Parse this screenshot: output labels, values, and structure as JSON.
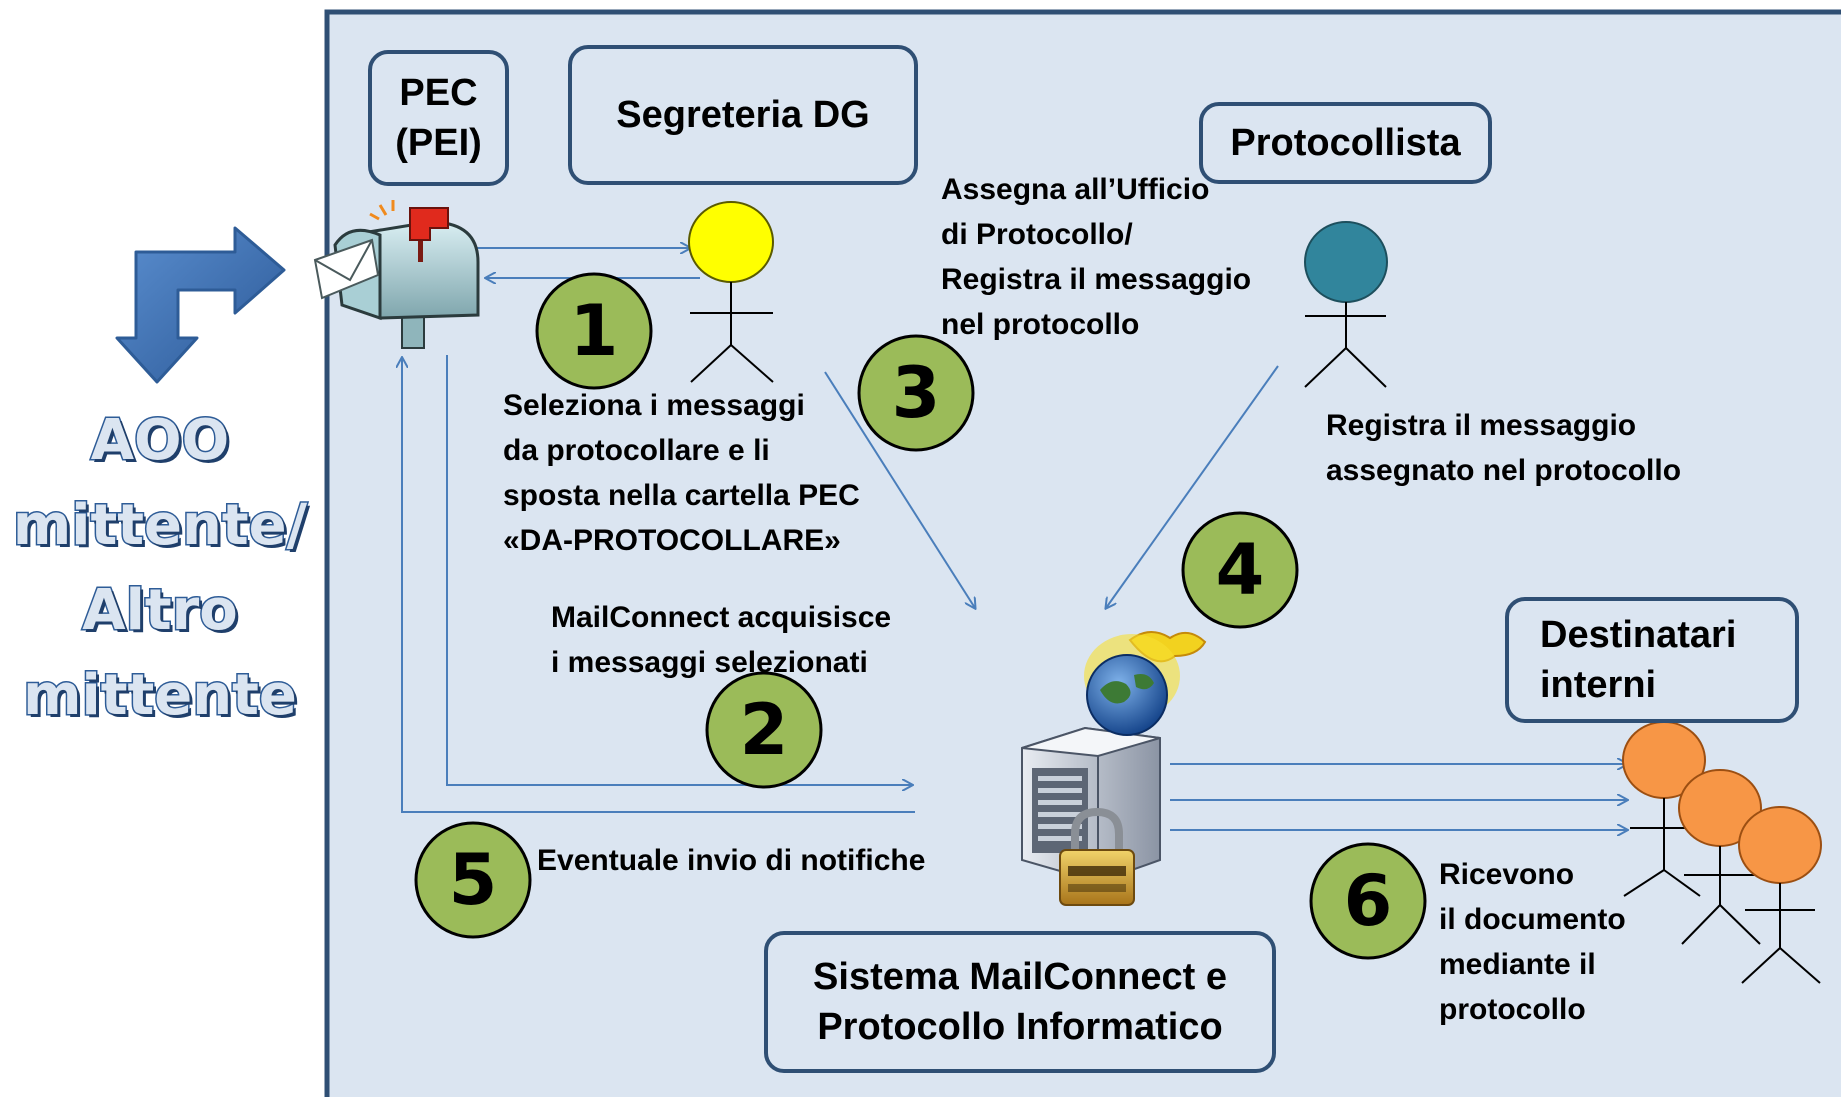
{
  "actors": {
    "pec_box": "PEC\n(PEI)",
    "segreteria": "Segreteria DG",
    "protocollista": "Protocollista",
    "destinatari": "Destinatari\ninterni",
    "sistema": "Sistema MailConnect e\nProtocollo Informatico",
    "aoo_mittente": "AOO\nmittente/\nAltro\nmittente"
  },
  "steps": {
    "s1": {
      "number": "1",
      "text": "Seleziona i messaggi\nda protocollare  e li\nsposta nella cartella PEC\n«DA-PROTOCOLLARE»"
    },
    "s2": {
      "number": "2",
      "text": "MailConnect  acquisisce\ni messaggi  selezionati"
    },
    "s3": {
      "number": "3",
      "text": "Assegna all’Ufficio\ndi Protocollo/\nRegistra  il messaggio\nnel protocollo"
    },
    "s4": {
      "number": "4",
      "text": "Registra il messaggio\nassegnato  nel protocollo"
    },
    "s5": {
      "number": "5",
      "text": "Eventuale invio di notifiche"
    },
    "s6": {
      "number": "6",
      "text": "Ricevono\nil documento\nmediante il\nprotocollo"
    }
  },
  "icons": [
    "mailbox-icon",
    "server-icon",
    "globe-icon",
    "padlock-icon",
    "stick-figure-icon",
    "bent-arrow-icon"
  ],
  "colors": {
    "panel_bg": "#dbe5f1",
    "panel_border": "#2f4f74",
    "connector": "#4a7ebb",
    "step_badge": "#9bbb59",
    "segreteria_figure": "#ffff00",
    "protocollista_figure": "#31859c",
    "destinatari_figure": "#f79646"
  }
}
